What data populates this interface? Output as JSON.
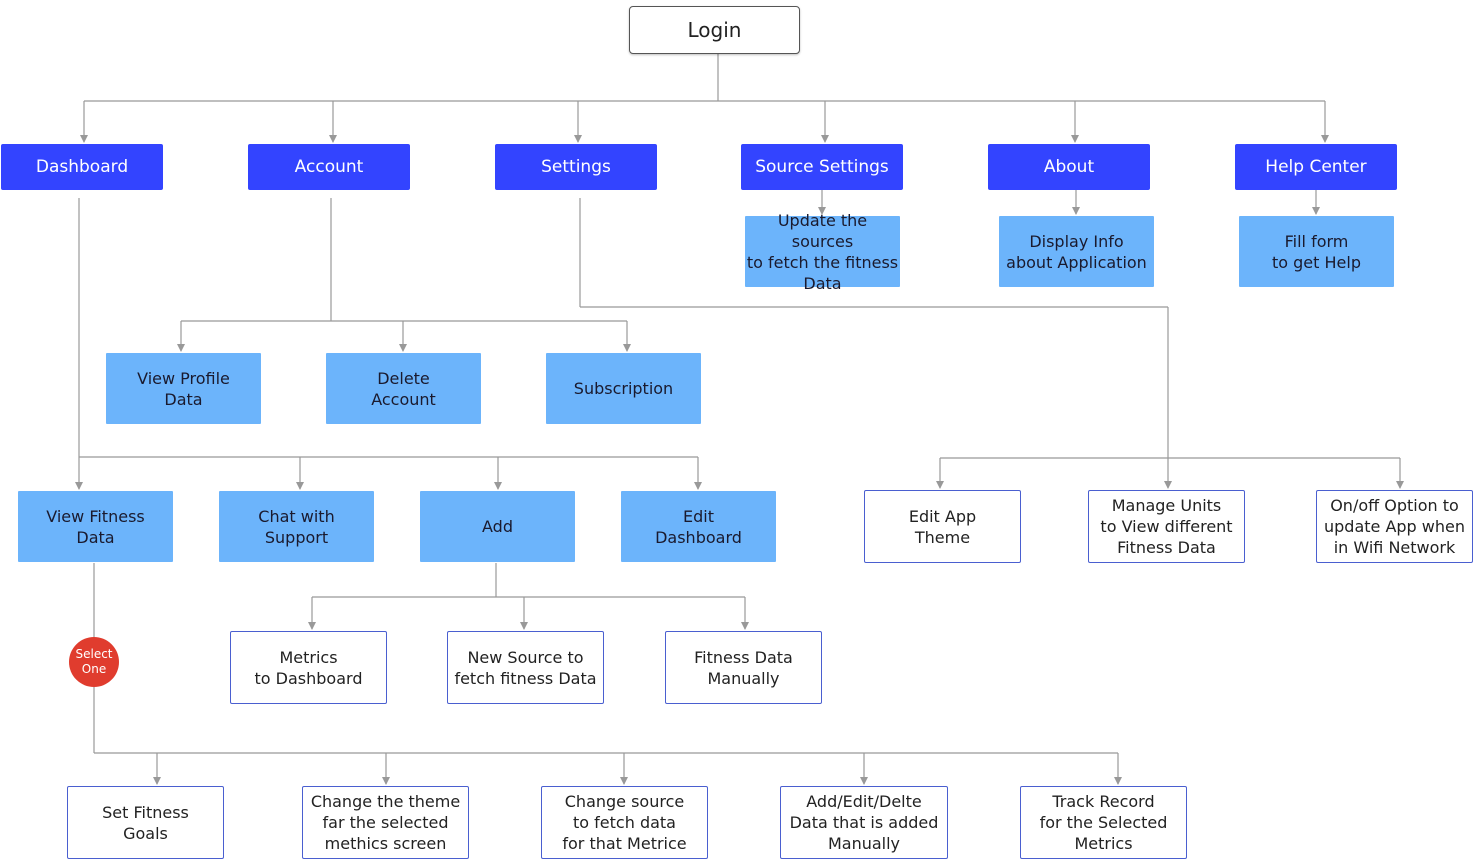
{
  "nodes": {
    "login": "Login",
    "dashboard": "Dashboard",
    "account": "Account",
    "settings": "Settings",
    "source_settings": "Source Settings",
    "about": "About",
    "help_center": "Help Center",
    "update_sources": "Update the sources\nto fetch the fitness\nData",
    "display_info": "Display Info\nabout Application",
    "fill_form": "Fill form\nto get Help",
    "view_profile": "View Profile\nData",
    "delete_account": "Delete\nAccount",
    "subscription": "Subscription",
    "view_fitness": "View Fitness\nData",
    "chat_support": "Chat with\nSupport",
    "add": "Add",
    "edit_dashboard": "Edit\nDashboard",
    "edit_theme": "Edit App\nTheme",
    "manage_units": "Manage Units\nto View different\nFitness Data",
    "wifi_option": "On/off Option to\nupdate App when\nin Wifi Network",
    "metrics_dashboard": "Metrics\nto Dashboard",
    "new_source": "New Source to\nfetch fitness Data",
    "fitness_manually": "Fitness Data\nManually",
    "set_goals": "Set Fitness\nGoals",
    "change_theme": "Change the theme\nfar the selected\nmethics screen",
    "change_source": "Change source\nto fetch data\nfor that Metrice",
    "add_edit_delete": "Add/Edit/Delte\nData that is added\nManually",
    "track_record": "Track Record\nfor the Selected\nMetrics"
  },
  "badge": "Select\nOne",
  "colors": {
    "primary": "#3344ff",
    "secondary": "#6cb4fb",
    "badge": "#e03c2e",
    "outline": "#4a5fd0",
    "connector": "#999999"
  }
}
